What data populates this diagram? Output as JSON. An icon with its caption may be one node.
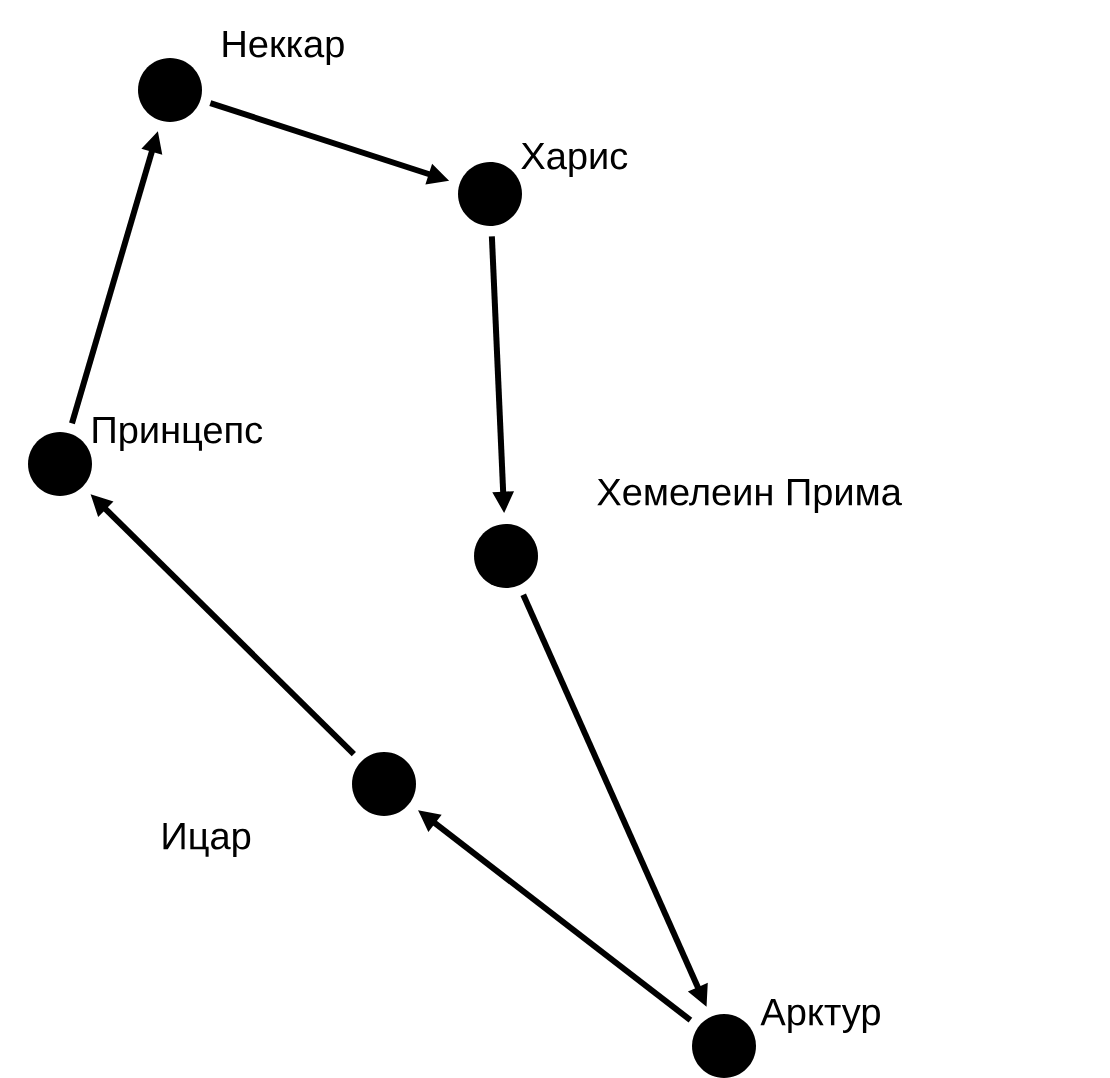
{
  "diagram": {
    "nodes": [
      {
        "text": [],
        "shape": "circle",
        "beside": [
          "Неккар"
        ]
      },
      {
        "text": [],
        "shape": "circle",
        "beside": [
          "Харис"
        ]
      },
      {
        "text": [],
        "shape": "circle",
        "beside": [
          "Хемелеин Прима"
        ]
      },
      {
        "text": [],
        "shape": "circle",
        "beside": [
          "Арктур"
        ]
      },
      {
        "text": [],
        "shape": "circle",
        "beside": [
          "Ицар"
        ]
      },
      {
        "text": [],
        "shape": "circle",
        "beside": [
          "Принцепс"
        ]
      }
    ],
    "edges": [
      {
        "from": 0,
        "to": 1,
        "arrow": "to"
      },
      {
        "from": 1,
        "to": 2,
        "arrow": "to"
      },
      {
        "from": 2,
        "to": 3,
        "arrow": "to"
      },
      {
        "from": 3,
        "to": 4,
        "arrow": "to"
      },
      {
        "from": 4,
        "to": 5,
        "arrow": "to"
      },
      {
        "from": 5,
        "to": 0,
        "arrow": "to"
      }
    ]
  }
}
